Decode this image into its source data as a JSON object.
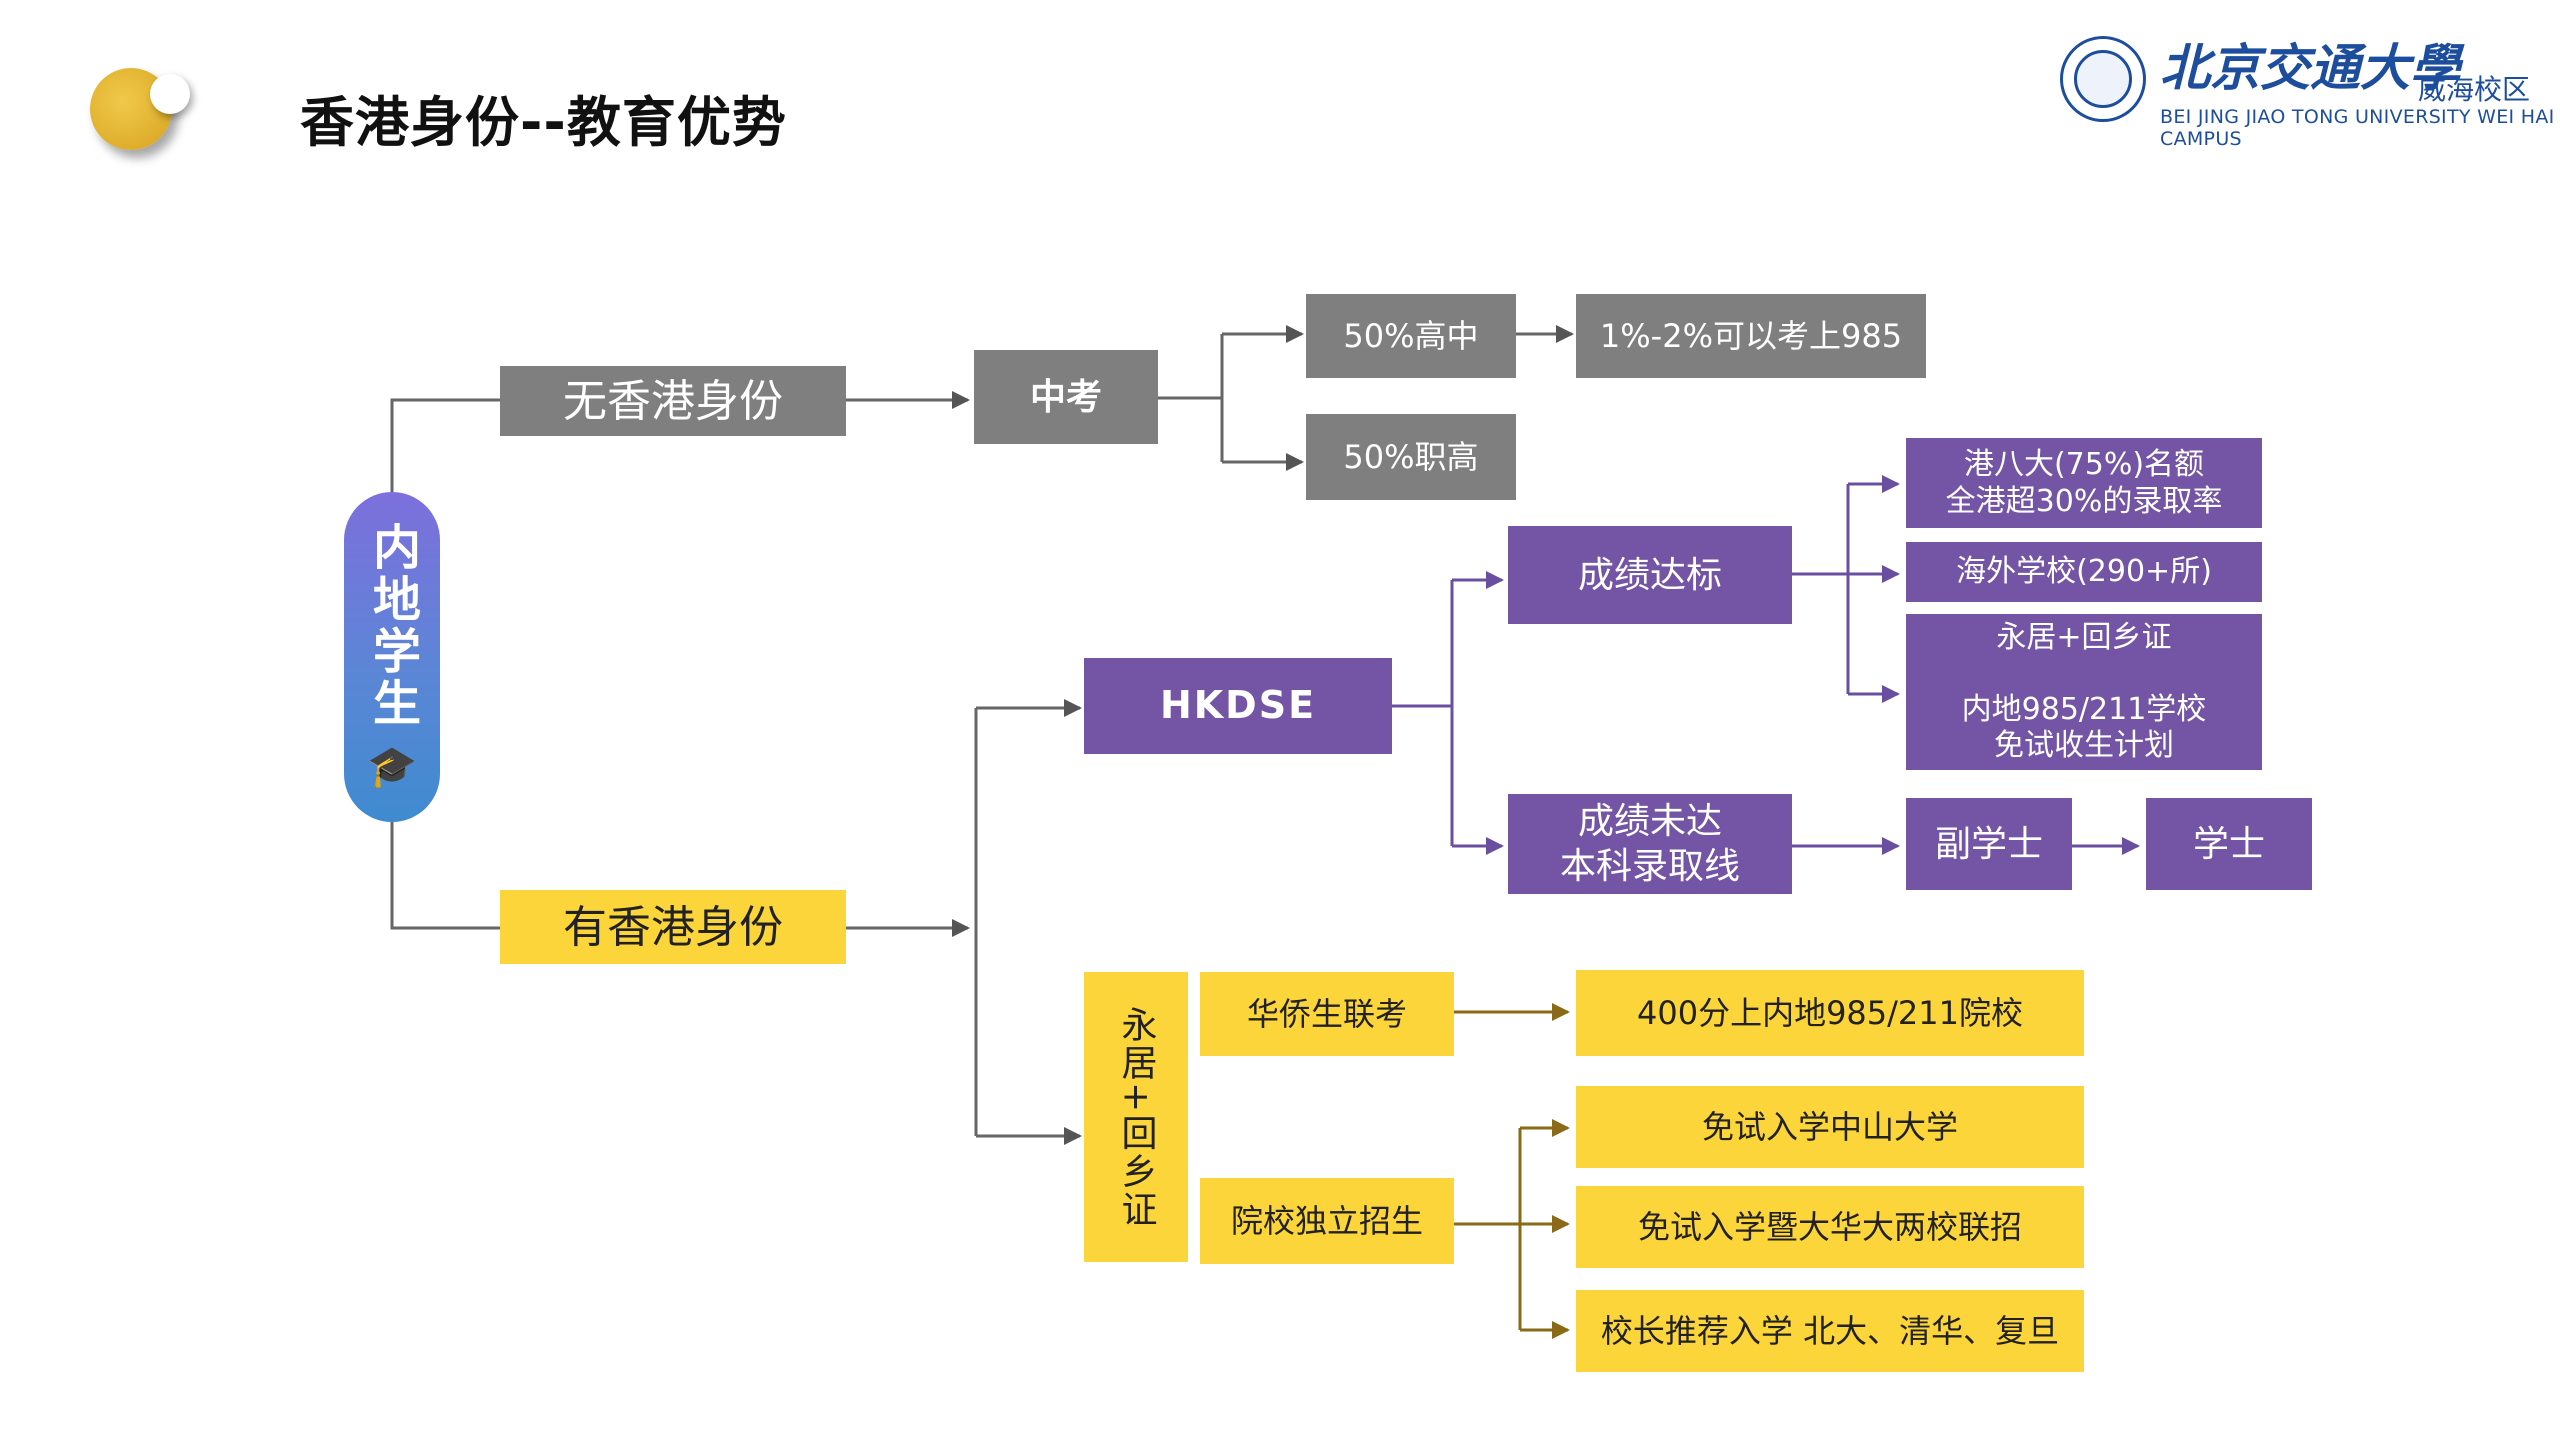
{
  "header": {
    "title": "香港身份--教育优势",
    "logo_cn": "北京交通大學",
    "logo_campus": "威海校区",
    "logo_en": "BEI JING JIAO TONG UNIVERSITY WEI HAI CAMPUS"
  },
  "colors": {
    "gray": "#7f7f7f",
    "purple": "#7354a5",
    "yellow": "#fcd53a",
    "gold_dot": "#e2b32c",
    "line_gray": "#666666",
    "line_purple": "#6a4fa0",
    "line_gold": "#8a6a16"
  },
  "root": {
    "label": "内地学生",
    "icon": "graduation-cap-icon"
  },
  "no_hk": {
    "label": "无香港身份",
    "exam": "中考",
    "high_school": "50%高中",
    "vocational": "50%职高",
    "outcome": "1%-2%可以考上985"
  },
  "hk": {
    "label": "有香港身份",
    "hkdse": {
      "label": "HKDSE",
      "pass": {
        "label": "成绩达标",
        "results": [
          "港八大(75%)名额\n全港超30%的录取率",
          "海外学校(290+所)",
          "永居+回乡证\n\n内地985/211学校\n免试收生计划"
        ]
      },
      "fail": {
        "label": "成绩未达\n本科录取线",
        "associate": "副学士",
        "bachelor": "学士"
      }
    },
    "permanent": {
      "label": "永居+回乡证",
      "joint_exam": {
        "label": "华侨生联考",
        "result": "400分上内地985/211院校"
      },
      "independent": {
        "label": "院校独立招生",
        "results": [
          "免试入学中山大学",
          "免试入学暨大华大两校联招",
          "校长推荐入学 北大、清华、复旦"
        ]
      }
    }
  }
}
